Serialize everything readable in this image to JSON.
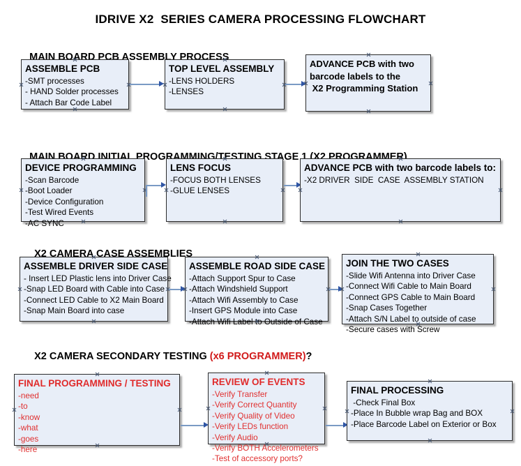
{
  "document": {
    "title": "IDRIVE X2  SERIES CAMERA PROCESSING FLOWCHART",
    "accent_color": "#d11a1a",
    "node_fill": "#e8eef8",
    "node_border": "#2b2b2b",
    "connector_color": "#7a9ac4",
    "arrow_color": "#2f55a4"
  },
  "sections": [
    {
      "heading": "MAIN BOARD PCB ASSEMBLY PROCESS",
      "heading_accent": "",
      "heading_tail": "",
      "nodes": [
        {
          "title": "ASSEMBLE PCB",
          "lines": [
            "-SMT processes",
            "- HAND Solder processes",
            "- Attach Bar Code Label"
          ],
          "style": "normal"
        },
        {
          "title": "TOP LEVEL ASSEMBLY",
          "lines": [
            "-LENS HOLDERS",
            "-LENSES"
          ],
          "style": "normal"
        },
        {
          "title": "ADVANCE PCB with two",
          "lines": [
            "barcode labels to the",
            " X2 Programming Station"
          ],
          "style": "allbold"
        }
      ]
    },
    {
      "heading": "MAIN BOARD INITIAL PROGRAMMING/TESTING STAGE 1 (X2 PROGRAMMER)",
      "heading_accent": "",
      "heading_tail": "",
      "nodes": [
        {
          "title": "DEVICE PROGRAMMING",
          "lines": [
            "-Scan Barcode",
            "-Boot Loader",
            "-Device Configuration",
            "-Test Wired Events",
            "-AC SYNC"
          ],
          "style": "normal"
        },
        {
          "title": "LENS FOCUS",
          "lines": [
            "-FOCUS BOTH LENSES",
            "-GLUE LENSES"
          ],
          "style": "normal"
        },
        {
          "title": "ADVANCE PCB with two barcode labels to:",
          "lines": [
            "-X2 DRIVER  SIDE  CASE  ASSEMBLY STATION"
          ],
          "style": "normal"
        }
      ]
    },
    {
      "heading": "X2 CAMERA CASE ASSEMBLIES",
      "heading_accent": "",
      "heading_tail": "",
      "nodes": [
        {
          "title": "ASSEMBLE DRIVER SIDE CASE",
          "lines": [
            "- Insert LED Plastic lens into Driver Case",
            "-Snap LED Board with Cable into Case",
            "-Connect LED Cable to X2 Main Board",
            "-Snap Main Board into case"
          ],
          "style": "normal"
        },
        {
          "title": "ASSEMBLE ROAD SIDE CASE",
          "lines": [
            "-Attach Support Spur to Case",
            "-Attach Windshield Support",
            "-Attach Wifi Assembly to Case",
            "-Insert GPS Module into Case",
            "-Attach Wifi Label to Outside of Case"
          ],
          "style": "normal"
        },
        {
          "title": "JOIN THE TWO CASES",
          "lines": [
            "-Slide Wifi Antenna into Driver Case",
            "-Connect Wifi Cable to Main Board",
            "-Connect GPS Cable to Main Board",
            "-Snap Cases Together",
            "-Attach S/N Label to outside of case",
            "-Secure cases with Screw"
          ],
          "style": "normal"
        }
      ]
    },
    {
      "heading": "X2 CAMERA SECONDARY TESTING ",
      "heading_accent": "(x6 PROGRAMMER)",
      "heading_tail": "?",
      "nodes": [
        {
          "title": "FINAL PROGRAMMING / TESTING",
          "lines": [
            "-need",
            "-to",
            "-know",
            "-what",
            "-goes",
            "-here"
          ],
          "style": "red"
        },
        {
          "title": "REVIEW OF EVENTS",
          "lines": [
            "-Verify Transfer",
            "-Verify Correct Quantity",
            "-Verify Quality of Video",
            "-Verify LEDs function",
            "-Verify Audio",
            "-Verify BOTH Accelerometers",
            "-Test of accessory ports?"
          ],
          "style": "red"
        },
        {
          "title": "FINAL PROCESSING",
          "lines": [
            " -Check Final Box",
            "-Place In Bubble wrap Bag and BOX",
            "-Place Barcode Label on Exterior or Box"
          ],
          "style": "normal"
        }
      ]
    }
  ]
}
